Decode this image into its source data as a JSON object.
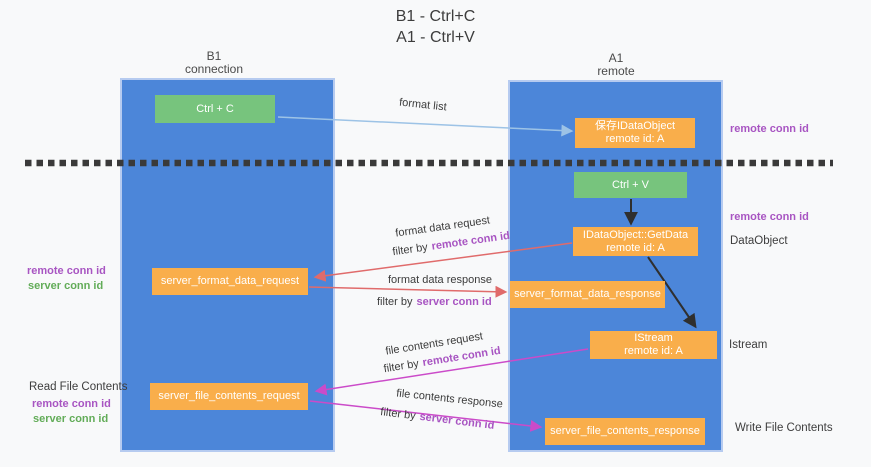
{
  "title": {
    "line1": "B1 - Ctrl+C",
    "line2": "A1 - Ctrl+V"
  },
  "lanes": {
    "left": {
      "title": "B1",
      "subtitle": "connection"
    },
    "right": {
      "title": "A1",
      "subtitle": "remote"
    }
  },
  "nodes": {
    "ctrl_c": {
      "label": "Ctrl + C"
    },
    "save_dataobject": {
      "line1": "保存IDataObject",
      "line2": "remote id: A"
    },
    "ctrl_v": {
      "label": "Ctrl + V"
    },
    "getdata": {
      "line1": "IDataObject::GetData",
      "line2": "remote id: A"
    },
    "format_request": {
      "label": "server_format_data_request"
    },
    "format_response": {
      "label": "server_format_data_response"
    },
    "istream": {
      "line1": "IStream",
      "line2": "remote id: A"
    },
    "file_request": {
      "label": "server_file_contents_request"
    },
    "file_response": {
      "label": "server_file_contents_response"
    }
  },
  "annotations": {
    "remote_conn_id": "remote conn id",
    "server_conn_id": "server conn id",
    "dataobject": "DataObject",
    "istream": "Istream",
    "read_file_contents": "Read File Contents",
    "write_file_contents": "Write File Contents"
  },
  "flows": {
    "format_list": "format list",
    "format_data_request": "format data request",
    "format_data_response": "format data response",
    "file_contents_request": "file contents request",
    "file_contents_response": "file contents response",
    "filter_by": "filter by"
  },
  "colors": {
    "lane_fill": "#4c86d9",
    "node_green": "#77c47d",
    "node_orange": "#f9ae4b",
    "arrow_lightblue": "#9dc3e6",
    "arrow_black": "#2f2f2f",
    "arrow_red": "#e06b6b",
    "arrow_magenta": "#cb4bc9",
    "label_purple": "#a855c2",
    "label_green": "#62ac58",
    "divider": "#3a3a3a"
  }
}
